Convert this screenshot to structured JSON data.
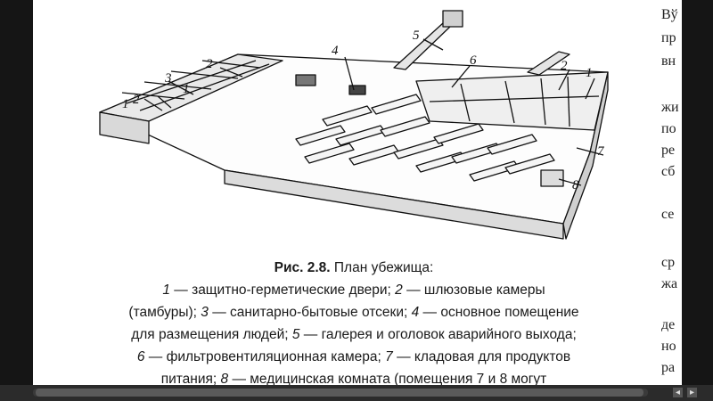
{
  "figure": {
    "callouts": [
      "1",
      "2",
      "3",
      "1",
      "2",
      "4",
      "5",
      "6",
      "2",
      "1",
      "7",
      "8"
    ]
  },
  "caption": {
    "title_prefix": "Рис. 2.8.",
    "title": " План убежища:",
    "lines": [
      [
        {
          "t": "1",
          "i": true
        },
        {
          "t": " — защитно-герметические двери; "
        },
        {
          "t": "2",
          "i": true
        },
        {
          "t": " — шлюзовые камеры"
        }
      ],
      [
        {
          "t": "(тамбуры); "
        },
        {
          "t": "3",
          "i": true
        },
        {
          "t": " — санитарно-бытовые отсеки; "
        },
        {
          "t": "4",
          "i": true
        },
        {
          "t": " — основное помещение"
        }
      ],
      [
        {
          "t": "для размещения людей; "
        },
        {
          "t": "5",
          "i": true
        },
        {
          "t": " — галерея и оголовок аварийного выхода;"
        }
      ],
      [
        {
          "t": "6",
          "i": true
        },
        {
          "t": " — фильтровентиляционная камера; "
        },
        {
          "t": "7",
          "i": true
        },
        {
          "t": " — кладовая для продуктов"
        }
      ],
      [
        {
          "t": "питания; "
        },
        {
          "t": "8",
          "i": true
        },
        {
          "t": " — медицинская комната (помещения 7 и 8 могут"
        }
      ]
    ]
  },
  "margin_lines": [
    "Вў",
    "пр",
    "вн",
    "жи",
    "по",
    "ре",
    "сб",
    "се",
    "ср",
    "жа",
    "де",
    "но",
    "ра"
  ],
  "scrollbar": {
    "left_arrow": "◂",
    "right_arrow": "▸"
  }
}
